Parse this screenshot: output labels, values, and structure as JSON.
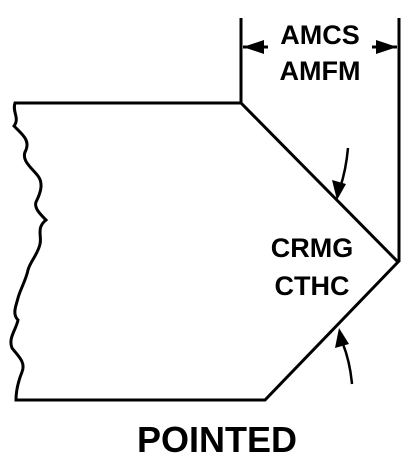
{
  "figure": {
    "dimension_label_line1": "AMCS",
    "dimension_label_line2": "AMFM",
    "tip_label_line1": "CRMG",
    "tip_label_line2": "CTHC",
    "caption": "POINTED",
    "colors": {
      "stroke": "#000000",
      "background": "#ffffff"
    }
  }
}
